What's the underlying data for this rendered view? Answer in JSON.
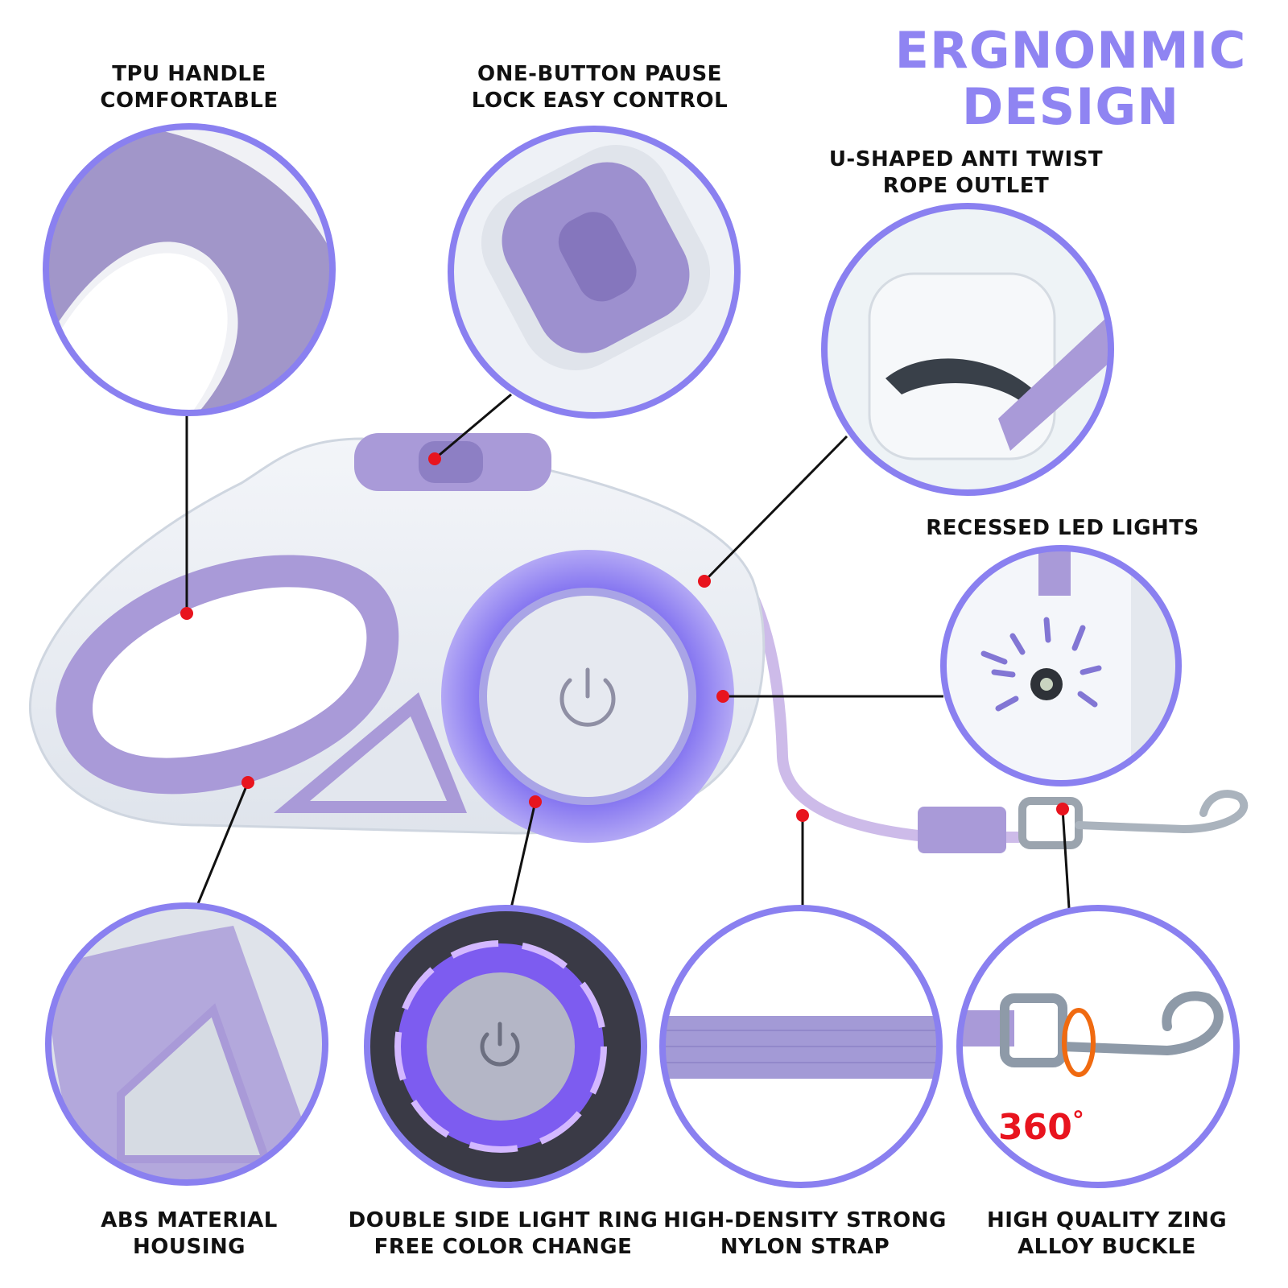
{
  "colors": {
    "accent": "#8a80f0",
    "headline": "#8f84f2",
    "lavender": "#a99ad8",
    "lavender_dark": "#8d7fc4",
    "housing": "#e9edf3",
    "marker": "#e8141e",
    "rotation_text": "#e8141e"
  },
  "headline": {
    "line1": "ERGNONMIC",
    "line2": "DESIGN"
  },
  "features": {
    "tpu_handle": {
      "line1": "TPU HANDLE",
      "line2": "COMFORTABLE"
    },
    "pause_lock": {
      "line1": "ONE-BUTTON PAUSE",
      "line2": "LOCK EASY CONTROL"
    },
    "rope_outlet": {
      "line1": "U-SHAPED ANTI TWIST",
      "line2": "ROPE OUTLET"
    },
    "led_lights": {
      "line1": "RECESSED LED LIGHTS"
    },
    "abs_housing": {
      "line1": "ABS MATERIAL",
      "line2": "HOUSING"
    },
    "light_ring": {
      "line1": "DOUBLE SIDE LIGHT RING",
      "line2": "FREE COLOR CHANGE"
    },
    "nylon_strap": {
      "line1": "HIGH-DENSITY STRONG",
      "line2": "NYLON STRAP"
    },
    "alloy_buckle": {
      "line1": "HIGH QUALITY ZING",
      "line2": "ALLOY BUCKLE",
      "rotation": "360",
      "degree_symbol": "°"
    }
  },
  "icons": [
    "power-icon",
    "lock-slider-icon",
    "led-light-icon",
    "rotation-arrow-icon",
    "snap-hook-icon"
  ]
}
